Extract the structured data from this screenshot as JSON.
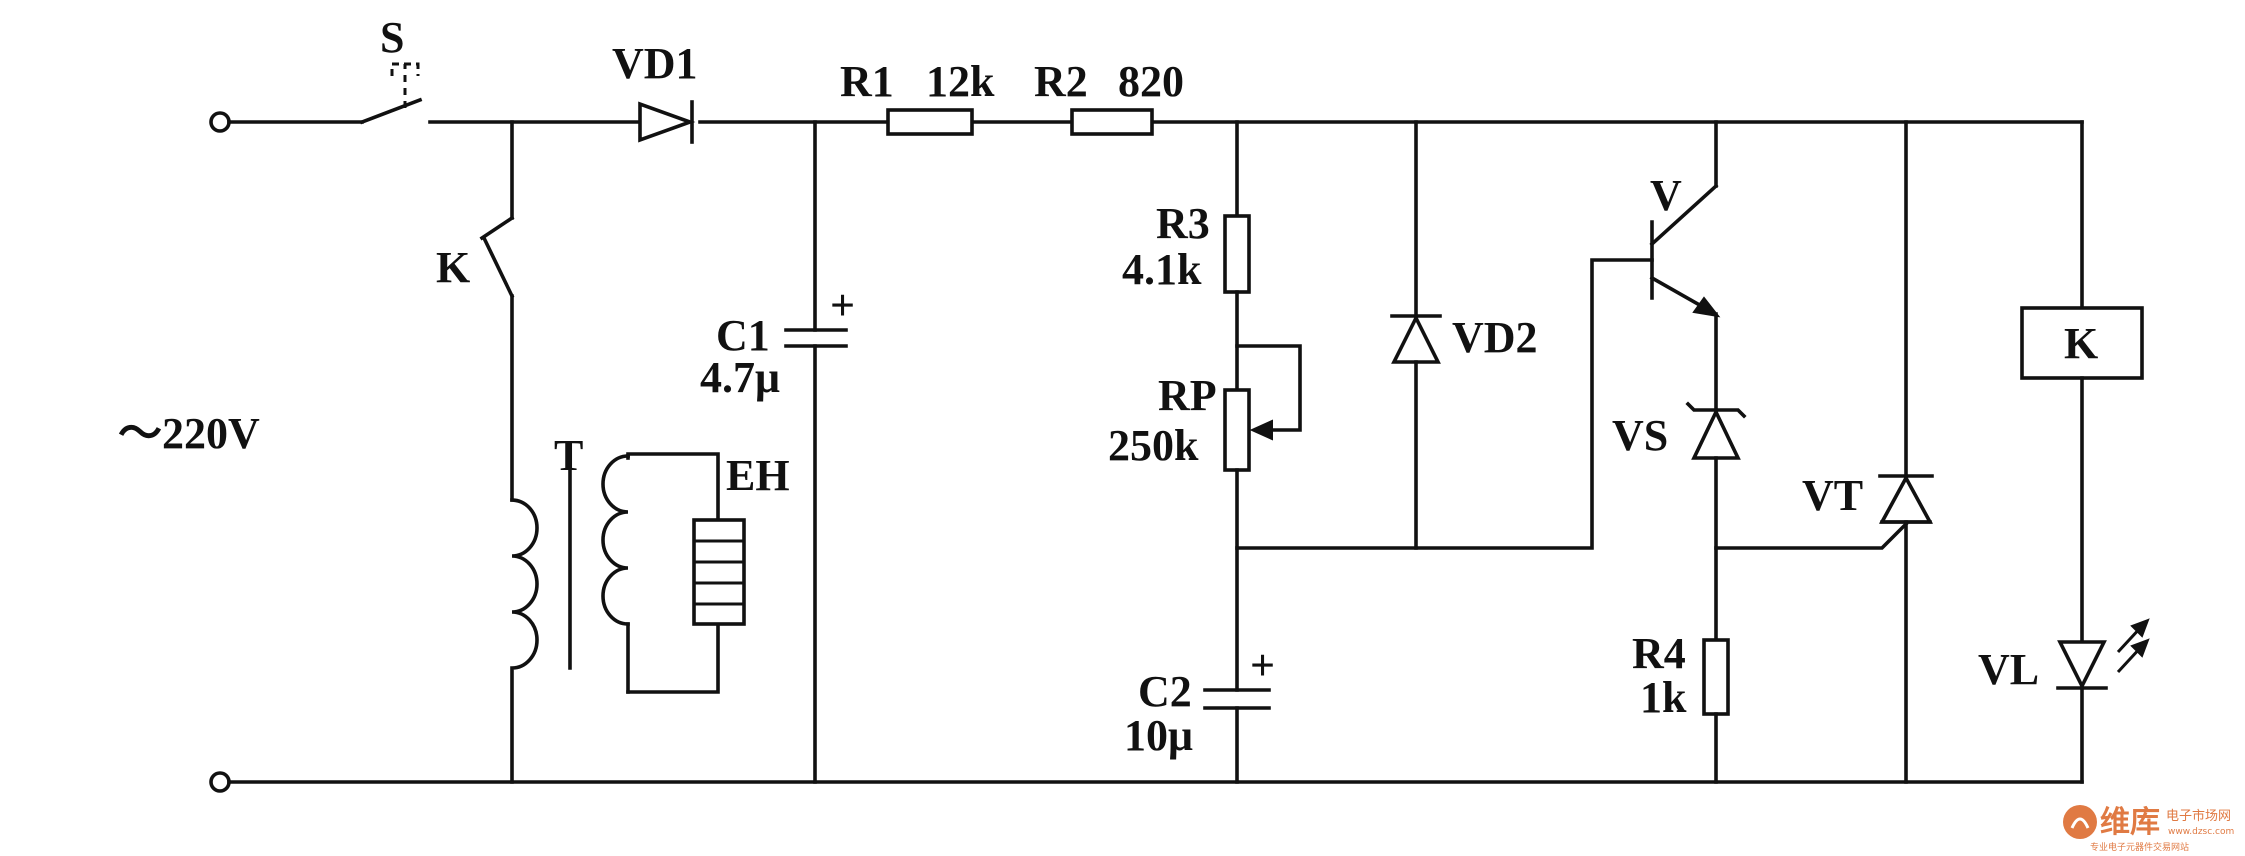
{
  "supply": {
    "voltage": "～220V"
  },
  "components": {
    "switch_s": "S",
    "relay_contact": "K",
    "transformer": "T",
    "heater": "EH",
    "diode_vd1": "VD1",
    "r1_name": "R1",
    "r1_value": "12k",
    "r2_name": "R2",
    "r2_value": "820",
    "c1_name": "C1",
    "c1_value": "4.7μ",
    "r3_name": "R3",
    "r3_value": "4.1k",
    "rp_name": "RP",
    "rp_value": "250k",
    "c2_name": "C2",
    "c2_value": "10μ",
    "diode_vd2": "VD2",
    "transistor": "V",
    "zener": "VS",
    "r4_name": "R4",
    "r4_value": "1k",
    "thyristor": "VT",
    "relay_coil": "K",
    "led": "VL"
  },
  "polarity": {
    "c1_plus": "+",
    "c2_plus": "+"
  },
  "watermark": {
    "brand": "维库",
    "tagline": "电子市场网",
    "domain": "www.dzsc.com",
    "slogan": "专业电子元器件交易网站"
  }
}
